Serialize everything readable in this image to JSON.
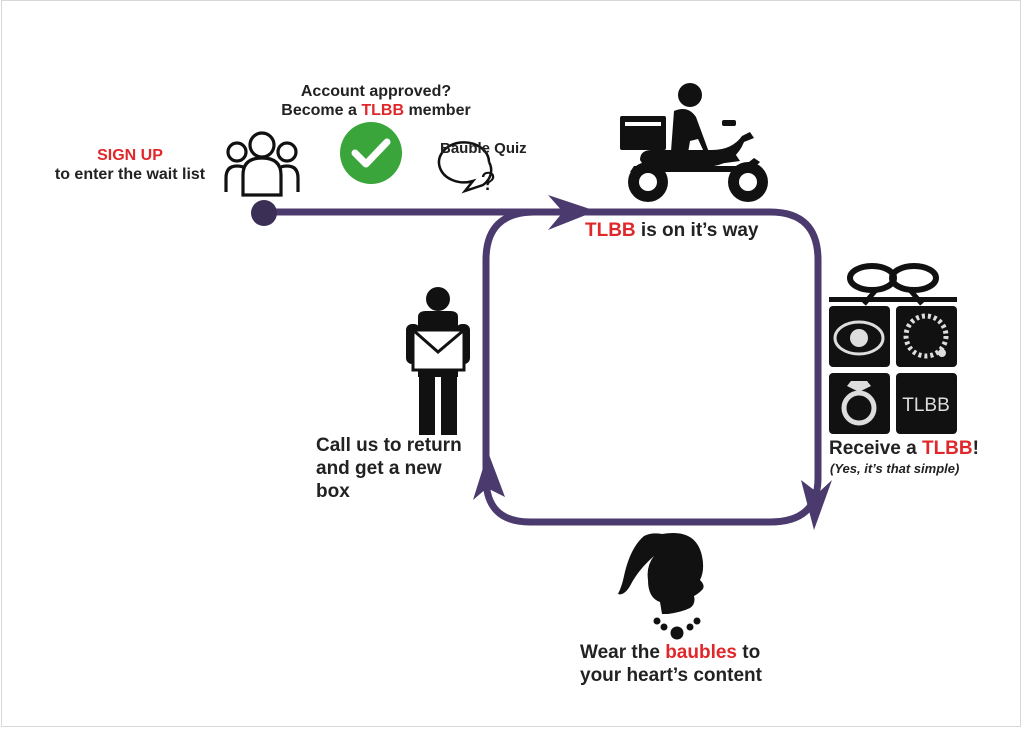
{
  "colors": {
    "loop": "#4b3a6e",
    "accent_red": "#e0282b",
    "check_green": "#3aa53a",
    "icon_black": "#111111"
  },
  "signup": {
    "highlight": "SIGN UP",
    "subtitle": "to enter the wait list"
  },
  "approval": {
    "line1": "Account approved?",
    "line2_prefix": "Become a ",
    "line2_brand": "TLBB",
    "line2_suffix": " member"
  },
  "quiz": {
    "label": "Bauble Quiz",
    "bubble_symbol": "?"
  },
  "delivery": {
    "brand": "TLBB",
    "text": " is on it’s way"
  },
  "receive": {
    "prefix": "Receive a ",
    "brand": "TLBB",
    "suffix": "!",
    "note": "(Yes, it’s that simple)"
  },
  "gift_box": {
    "tile_text": "TLBB"
  },
  "wear": {
    "prefix": "Wear the ",
    "highlight": "baubles",
    "suffix": " to",
    "line2": "your heart’s content"
  },
  "return_step": {
    "line1": "Call us to return",
    "line2": "and get a new",
    "line3": "box"
  },
  "icons": [
    "group-of-people-icon",
    "checkmark-icon",
    "speech-bubble-icon",
    "delivery-scooter-icon",
    "gift-box-icon",
    "ring-icon",
    "bracelet-icon",
    "diamond-ring-icon",
    "woman-silhouette-icon",
    "necklace-icon",
    "person-holding-envelope-icon"
  ]
}
